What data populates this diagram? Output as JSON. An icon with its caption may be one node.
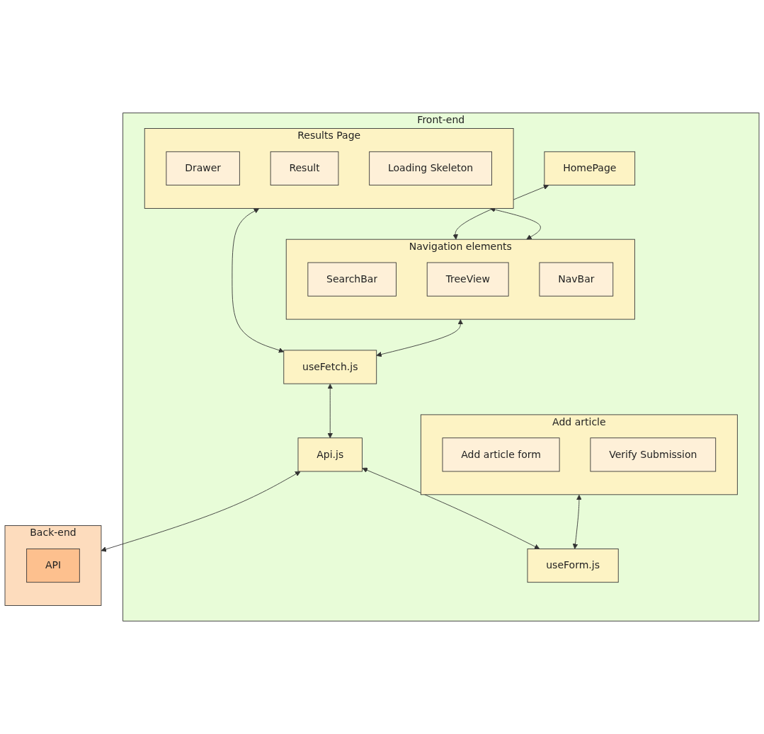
{
  "diagram": {
    "nodes": [
      {
        "text": [
          "Front-end"
        ]
      },
      {
        "text": [
          "HomePage"
        ],
        "in": 0
      },
      {
        "text": [
          "Results Page"
        ],
        "in": 0
      },
      {
        "text": [
          "Drawer"
        ],
        "in": 2
      },
      {
        "text": [
          "Result"
        ],
        "in": 2
      },
      {
        "text": [
          "Loading Skeleton"
        ],
        "in": 2
      },
      {
        "text": [
          "Add article"
        ],
        "in": 0
      },
      {
        "text": [
          "Add article form"
        ],
        "in": 6
      },
      {
        "text": [
          "Verify Submission"
        ],
        "in": 6
      },
      {
        "text": [
          "Navigation elements"
        ],
        "in": 0
      },
      {
        "text": [
          "SearchBar"
        ],
        "in": 9
      },
      {
        "text": [
          "TreeView"
        ],
        "in": 9
      },
      {
        "text": [
          "NavBar"
        ],
        "in": 9
      },
      {
        "text": [
          "useFetch.js"
        ],
        "in": 0
      },
      {
        "text": [
          "useForm.js"
        ],
        "in": 0
      },
      {
        "text": [
          "Api.js"
        ],
        "in": 0
      },
      {
        "text": [
          "Back-end"
        ]
      },
      {
        "text": [
          "API"
        ],
        "in": 16
      }
    ],
    "edges": [
      {
        "from": 1,
        "to": 9,
        "arrow": "both"
      },
      {
        "from": 2,
        "to": 9,
        "arrow": "both"
      },
      {
        "from": 2,
        "to": 13,
        "arrow": "both"
      },
      {
        "from": 9,
        "to": 13,
        "arrow": "both"
      },
      {
        "from": 6,
        "to": 14,
        "arrow": "both"
      },
      {
        "from": 13,
        "to": 15,
        "arrow": "both"
      },
      {
        "from": 15,
        "to": 14,
        "arrow": "both"
      },
      {
        "from": 15,
        "to": 16,
        "arrow": "both"
      }
    ]
  }
}
